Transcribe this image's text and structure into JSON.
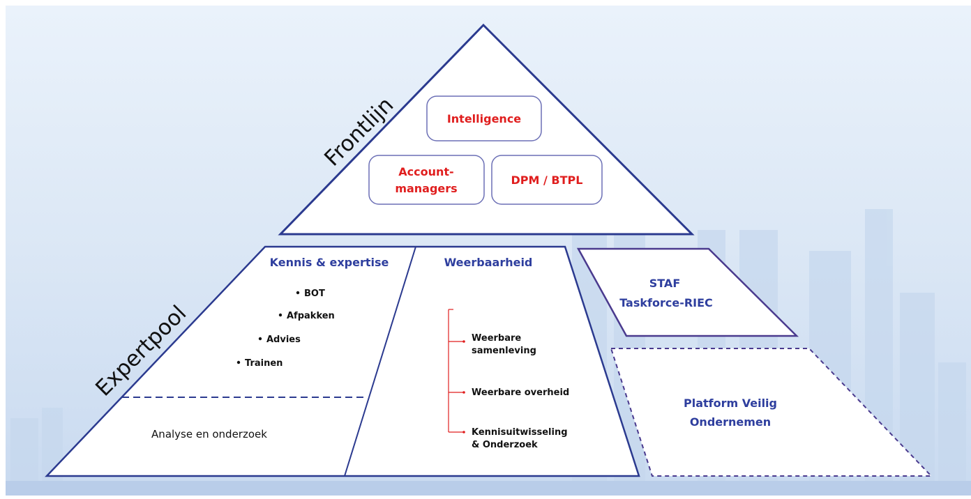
{
  "frontlijn": {
    "label": "Frontlijn",
    "boxes": {
      "intelligence": "Intelligence",
      "accountmanagers_line1": "Account-",
      "accountmanagers_line2": "managers",
      "dpm": "DPM / BTPL"
    }
  },
  "expertpool": {
    "label": "Expertpool",
    "kennis": {
      "title": "Kennis & expertise",
      "bullets": [
        "BOT",
        "Afpakken",
        "Advies",
        "Trainen"
      ],
      "analyse": "Analyse en onderzoek"
    },
    "weerbaarheid": {
      "title": "Weerbaarheid",
      "items": [
        {
          "line1": "Weerbare",
          "line2": "samenleving"
        },
        {
          "line1": "Weerbare overheid",
          "line2": ""
        },
        {
          "line1": "Kennisuitwisseling",
          "line2": "& Onderzoek"
        }
      ]
    }
  },
  "staf": {
    "line1": "STAF",
    "line2": "Taskforce-RIEC"
  },
  "platform": {
    "line1": "Platform Veilig",
    "line2": "Ondernemen"
  },
  "colors": {
    "red": "#e01e1e",
    "blue": "#2e3e9e",
    "outline": "#2b3a8f",
    "purple": "#4a3a8e",
    "box_border": "#6b6fb5",
    "background": "#dce8f6"
  }
}
